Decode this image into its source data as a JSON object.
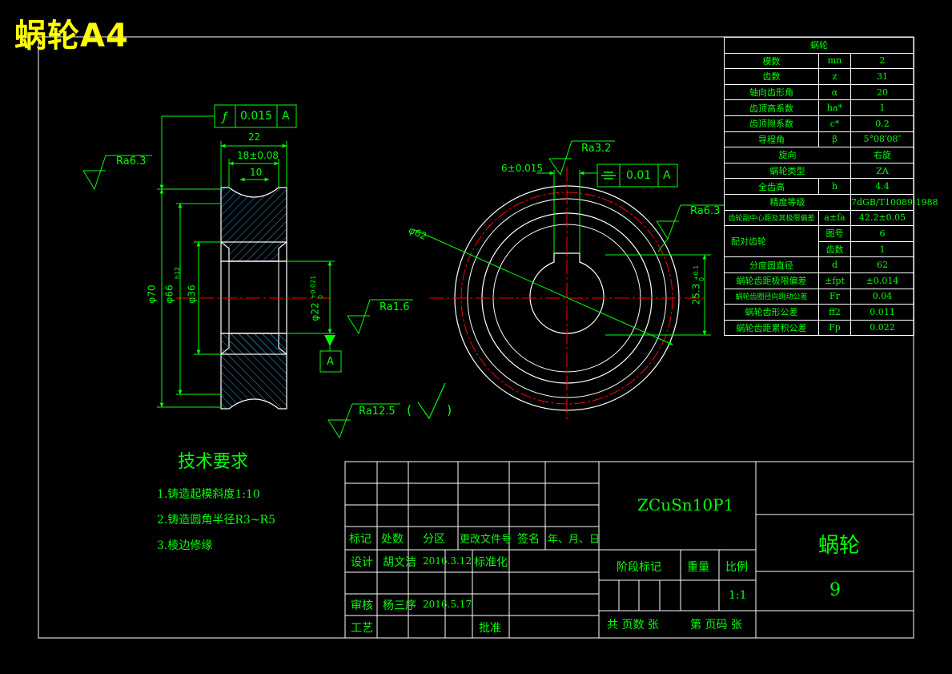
{
  "sheet_title": "蜗轮A4",
  "params": {
    "header": "蜗轮",
    "rows": [
      {
        "name": "模数",
        "symbol": "mn",
        "value": "2"
      },
      {
        "name": "齿数",
        "symbol": "z",
        "value": "31"
      },
      {
        "name": "轴向齿形角",
        "symbol": "α",
        "value": "20"
      },
      {
        "name": "齿顶高系数",
        "symbol": "ha*",
        "value": "1"
      },
      {
        "name": "齿顶隙系数",
        "symbol": "c*",
        "value": "0.2"
      },
      {
        "name": "导程角",
        "symbol": "β",
        "value": "5°08′08″"
      },
      {
        "name": "旋向",
        "symbol": "",
        "value": "右旋"
      },
      {
        "name": "蜗轮类型",
        "symbol": "",
        "value": "ZA"
      },
      {
        "name": "全齿高",
        "symbol": "h",
        "value": "4.4"
      },
      {
        "name": "精度等级",
        "symbol": "",
        "value": "7dGB/T10089-1988"
      },
      {
        "name": "齿轮副中心距及其极限偏差",
        "symbol": "a±fa",
        "value": "42.2±0.05"
      },
      {
        "name": "配对齿轮",
        "sub": "图号",
        "value": "6"
      },
      {
        "name": "",
        "sub": "齿数",
        "value": "1"
      },
      {
        "name": "分度圆直径",
        "symbol": "d",
        "value": "62"
      },
      {
        "name": "蜗轮齿距极限偏差",
        "symbol": "±fpt",
        "value": "±0.014"
      },
      {
        "name": "蜗轮齿圈径向跳动公差",
        "symbol": "Fr",
        "value": "0.04"
      },
      {
        "name": "蜗轮齿形公差",
        "symbol": "ff2",
        "value": "0.011"
      },
      {
        "name": "蜗轮齿距累积公差",
        "symbol": "Fp",
        "value": "0.022"
      }
    ]
  },
  "left_view": {
    "flatness": "0.015",
    "datum": "A",
    "dim_22": "22",
    "dim_18": "18±0.08",
    "dim_10": "10",
    "dia_70": "φ70",
    "dia_66": "φ66",
    "dia_66_tol": "h12",
    "dia_36": "φ36",
    "bore": "φ22",
    "bore_tol": "+0.021",
    "bore_tol2": "0",
    "ra63": "Ra6.3",
    "ra16": "Ra1.6",
    "datum_box": "A"
  },
  "right_view": {
    "keyway": "6±0.015",
    "ra32": "Ra3.2",
    "symmetry": "0.01",
    "symmetry_datum": "A",
    "ra63b": "Ra6.3",
    "pitch_dia": "φ62",
    "key_depth": "25.3",
    "key_depth_tol": "+0.1",
    "key_depth_tol2": "0"
  },
  "general_roughness": {
    "value": "Ra12.5",
    "paren_open": "(",
    "paren_close": ")"
  },
  "tech_req": {
    "title": "技术要求",
    "items": [
      "1.铸造起模斜度1:10",
      "2.铸造圆角半径R3~R5",
      "3.棱边修缘"
    ]
  },
  "title_block": {
    "material": "ZCuSn10P1",
    "part_name": "蜗轮",
    "drawing_no": "9",
    "labels": [
      "标记",
      "处数",
      "分区",
      "更改文件号",
      "签名",
      "年、月、日"
    ],
    "design_label": "设计",
    "designer": "胡文洁",
    "design_date": "2016.3.12",
    "standard": "标准化",
    "review_label": "审核",
    "reviewer": "杨三序",
    "review_date": "2016.5.17",
    "process_label": "工艺",
    "approve_label": "批准",
    "stage_label": "阶段标记",
    "weight_label": "重量",
    "scale_label": "比例",
    "scale": "1:1",
    "total_sheets": "共 页数 张",
    "sheet_no": "第 页码 张"
  }
}
